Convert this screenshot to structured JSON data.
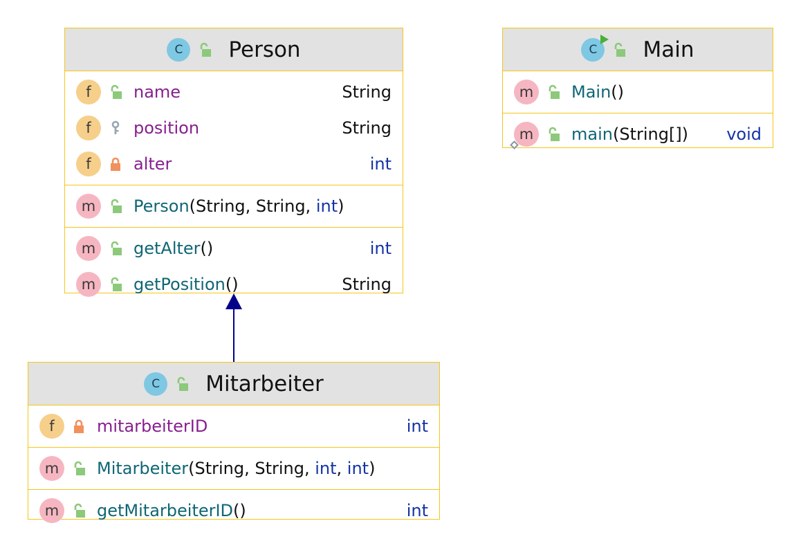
{
  "classes": {
    "person": {
      "name": "Person",
      "fields": [
        {
          "name": "name",
          "type": "String"
        },
        {
          "name": "position",
          "type": "String"
        },
        {
          "name": "alter",
          "type": "int"
        }
      ],
      "constructor": {
        "name": "Person",
        "open": "(",
        "p1": "String",
        "sep1": ", ",
        "p2": "String",
        "sep2": ", ",
        "p3": "int",
        "close": ")"
      },
      "methods": [
        {
          "name": "getAlter",
          "params": "()",
          "type": "int"
        },
        {
          "name": "getPosition",
          "params": "()",
          "type": "String"
        }
      ]
    },
    "main": {
      "name": "Main",
      "constructor": {
        "name": "Main",
        "params": "()"
      },
      "method": {
        "name": "main",
        "params": "(String[])",
        "type": "void"
      }
    },
    "mitarbeiter": {
      "name": "Mitarbeiter",
      "fields": [
        {
          "name": "mitarbeiterID",
          "type": "int"
        }
      ],
      "constructor": {
        "name": "Mitarbeiter",
        "open": "(",
        "p1": "String",
        "sep1": ", ",
        "p2": "String",
        "sep2": ", ",
        "p3": "int",
        "sep3": ", ",
        "p4": "int",
        "close": ")"
      },
      "methods": [
        {
          "name": "getMitarbeiterID",
          "params": "()",
          "type": "int"
        }
      ]
    }
  },
  "icons": {
    "class_kind": "C",
    "field_kind": "f",
    "method_kind": "m"
  },
  "colors": {
    "border": "#f5c518",
    "header_bg": "#e2e2e2",
    "field_name": "#87208f",
    "method_name": "#0f6675",
    "keyword": "#1434a4",
    "inheritance_arrow": "#00008b",
    "public_lock": "#8cc97a",
    "private_lock": "#f0915e",
    "package_key": "#9aa5b1"
  },
  "relations": [
    {
      "from": "Mitarbeiter",
      "to": "Person",
      "kind": "inheritance"
    }
  ]
}
